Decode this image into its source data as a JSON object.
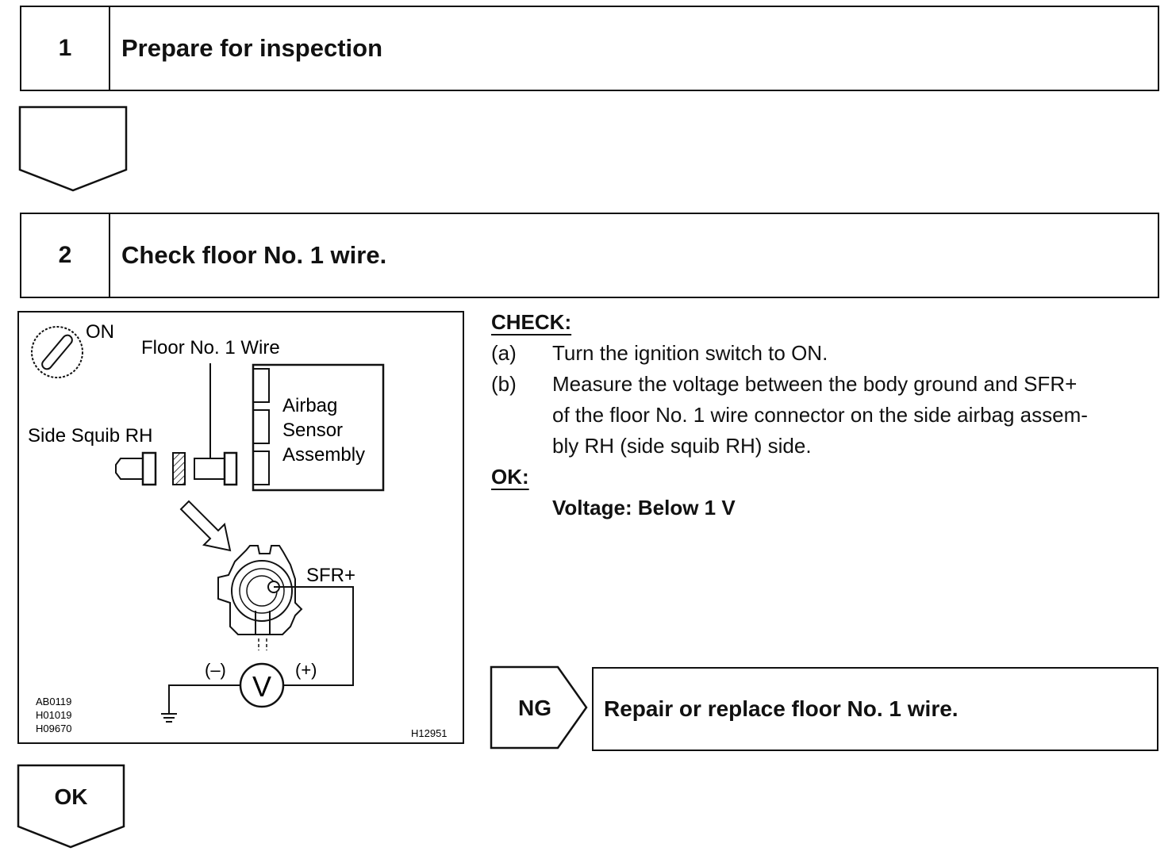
{
  "step1": {
    "number": "1",
    "title": "Prepare for inspection"
  },
  "step2": {
    "number": "2",
    "title": "Check floor No. 1 wire."
  },
  "diagram": {
    "switch_label": "ON",
    "wire_label": "Floor No. 1 Wire",
    "squib_label": "Side Squib RH",
    "sensor_label_lines": [
      "Airbag",
      "Sensor",
      "Assembly"
    ],
    "terminal_label": "SFR+",
    "minus_label": "(–)",
    "plus_label": "(+)",
    "meter_label": "V",
    "ref_codes": [
      "AB0119",
      "H01019",
      "H09670"
    ],
    "figure_code": "H12951"
  },
  "check": {
    "heading": "CHECK:",
    "items": [
      {
        "marker": "(a)",
        "lines": [
          "Turn the ignition switch to ON."
        ]
      },
      {
        "marker": "(b)",
        "lines": [
          "Measure the voltage between the body ground and SFR+",
          "of the floor No. 1 wire connector on the side airbag assem-",
          "bly RH (side squib RH) side."
        ]
      }
    ]
  },
  "ok": {
    "heading": "OK:",
    "spec": "Voltage: Below 1 V"
  },
  "ng": {
    "label": "NG",
    "action": "Repair or replace floor No. 1 wire."
  },
  "ok_arrow": {
    "label": "OK"
  }
}
